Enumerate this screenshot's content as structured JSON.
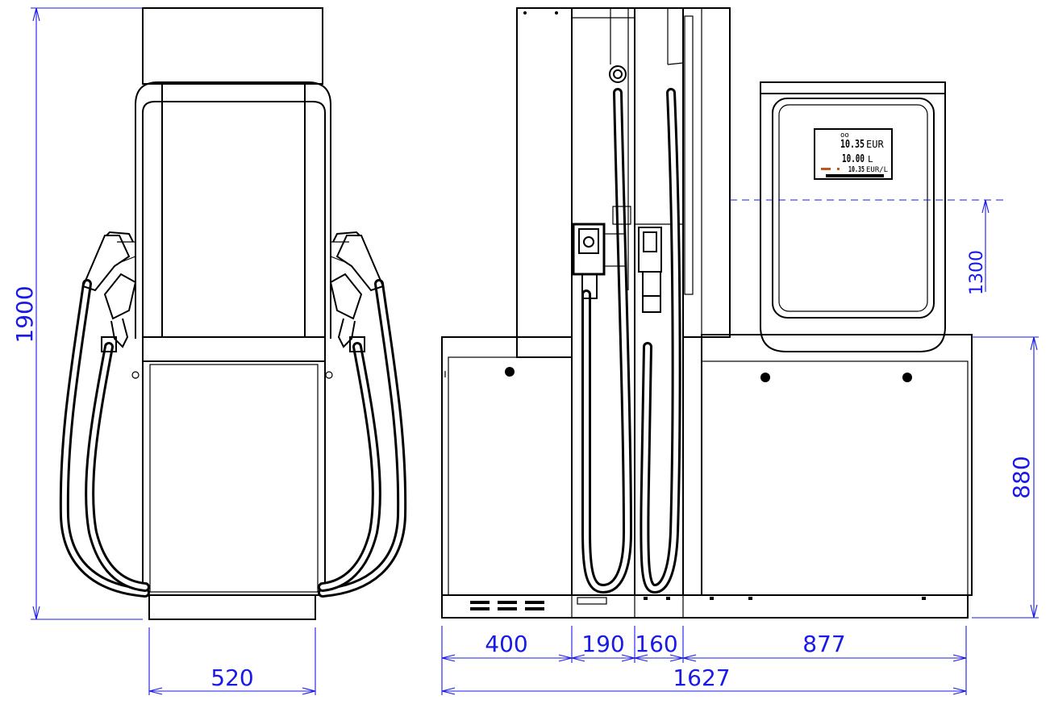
{
  "dimensions": {
    "height_total": "1900",
    "width_front": "520",
    "display_height": "1300",
    "base_height": "880",
    "seg_1": "400",
    "seg_2": "190",
    "seg_3": "160",
    "seg_4": "877",
    "length_total": "1627"
  },
  "display": {
    "amount_value": "10.35",
    "amount_unit": "EUR",
    "volume_value": "10.00",
    "volume_unit": "L",
    "price_value": "10.35",
    "price_unit": "EUR/L"
  },
  "colors": {
    "dimension": "#1a1ae6",
    "line": "#000000",
    "indicator": "#c0581e"
  }
}
